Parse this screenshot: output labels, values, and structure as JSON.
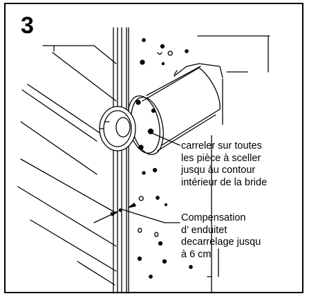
{
  "figure": {
    "step_number": "3",
    "annotation_tiling": [
      "carreler sur toutes",
      "les pièce à sceller",
      "jusqu àu  contour",
      "intérieur de la bride"
    ],
    "annotation_compensation": [
      "Compensation",
      "d’ enduitet",
      "decarrelage jusqu",
      "à 6 cm"
    ]
  },
  "colors": {
    "line": "#000000",
    "background": "#ffffff"
  }
}
